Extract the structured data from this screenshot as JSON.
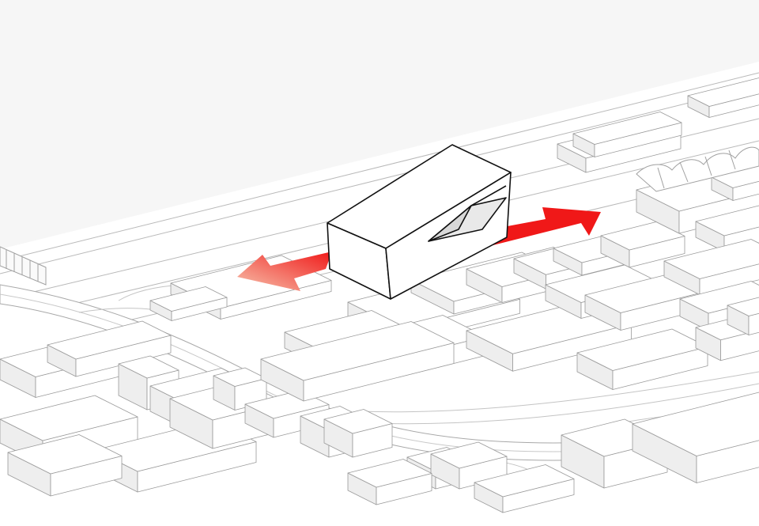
{
  "diagram": {
    "style": "axonometric-massing",
    "colors": {
      "sky": "#f6f6f6",
      "ground": "#ffffff",
      "building_fill": "#ffffff",
      "building_side": "#eeeeee",
      "building_stroke": "#9a9a9a",
      "road_stroke": "#bdbdbd",
      "focus_building_stroke": "#111111",
      "arrow_primary": "#f01818",
      "arrow_faded": "#f7c3ad"
    },
    "focus_building": {
      "highlighted": true
    },
    "arrows": [
      {
        "id": "flow-east",
        "direction": "north-east",
        "emphasis": "primary"
      },
      {
        "id": "flow-west",
        "direction": "south-west",
        "emphasis": "faded"
      }
    ]
  }
}
